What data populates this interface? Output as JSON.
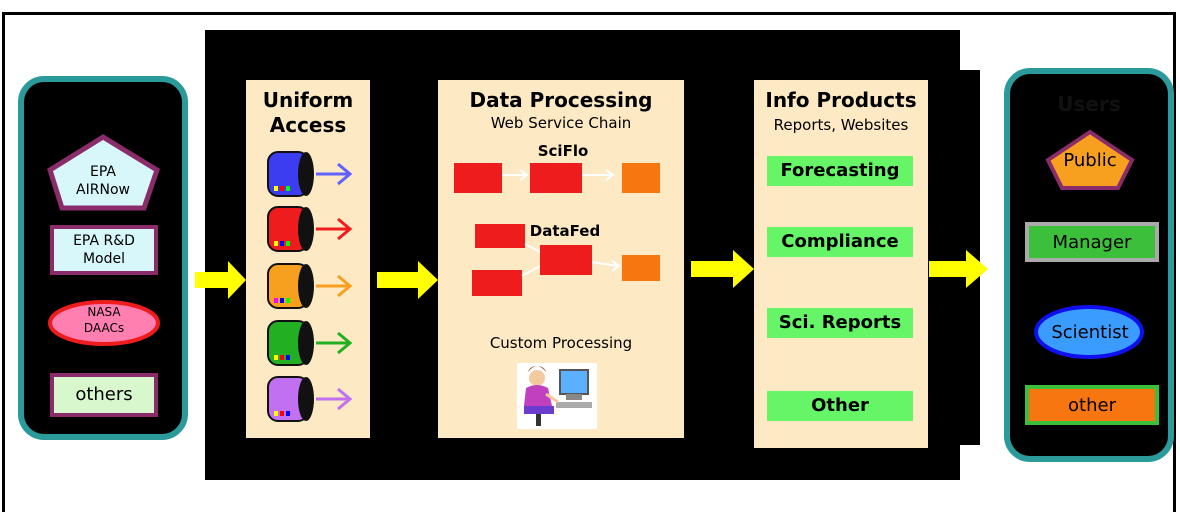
{
  "sources": {
    "epa_airnow": "EPA\nAIRNow",
    "epa_rd": "EPA R&D\nModel",
    "nasa": "NASA\nDAACs",
    "others": "others"
  },
  "uniform_access": {
    "title_line1": "Uniform",
    "title_line2": "Access"
  },
  "data_processing": {
    "title": "Data Processing",
    "subtitle": "Web Service Chain",
    "sciflo": "SciFlo",
    "datafed": "DataFed",
    "custom": "Custom Processing"
  },
  "info_products": {
    "title": "Info Products",
    "subtitle": "Reports, Websites",
    "items": [
      "Forecasting",
      "Compliance",
      "Sci. Reports",
      "Other"
    ]
  },
  "users": {
    "title": "Users",
    "public": "Public",
    "manager": "Manager",
    "scientist": "Scientist",
    "other": "other"
  },
  "colors": {
    "panel_border": "#2a9a9a",
    "section_bg": "#fde9c4",
    "arrow_yellow": "#ffff00",
    "green": "#66f566",
    "red": "#ee1c1c",
    "orange": "#f7760f"
  },
  "icons": [
    "database-cylinder-icon",
    "person-at-computer-icon",
    "flow-arrow-icon"
  ]
}
